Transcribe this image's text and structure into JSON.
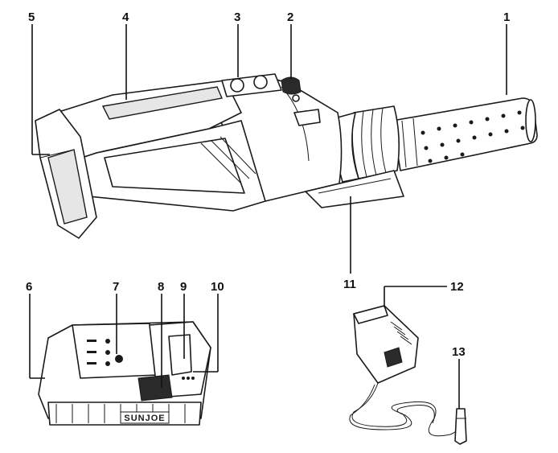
{
  "diagram": {
    "brand_label": "SUNJOE",
    "callouts": [
      {
        "id": "1",
        "label": "1"
      },
      {
        "id": "2",
        "label": "2"
      },
      {
        "id": "3",
        "label": "3"
      },
      {
        "id": "4",
        "label": "4"
      },
      {
        "id": "5",
        "label": "5"
      },
      {
        "id": "6",
        "label": "6"
      },
      {
        "id": "7",
        "label": "7"
      },
      {
        "id": "8",
        "label": "8"
      },
      {
        "id": "9",
        "label": "9"
      },
      {
        "id": "10",
        "label": "10"
      },
      {
        "id": "11",
        "label": "11"
      },
      {
        "id": "12",
        "label": "12"
      },
      {
        "id": "13",
        "label": "13"
      }
    ],
    "colors": {
      "ink": "#1a1a1a",
      "paper": "#ffffff",
      "shade": "#e6e6e6"
    }
  }
}
